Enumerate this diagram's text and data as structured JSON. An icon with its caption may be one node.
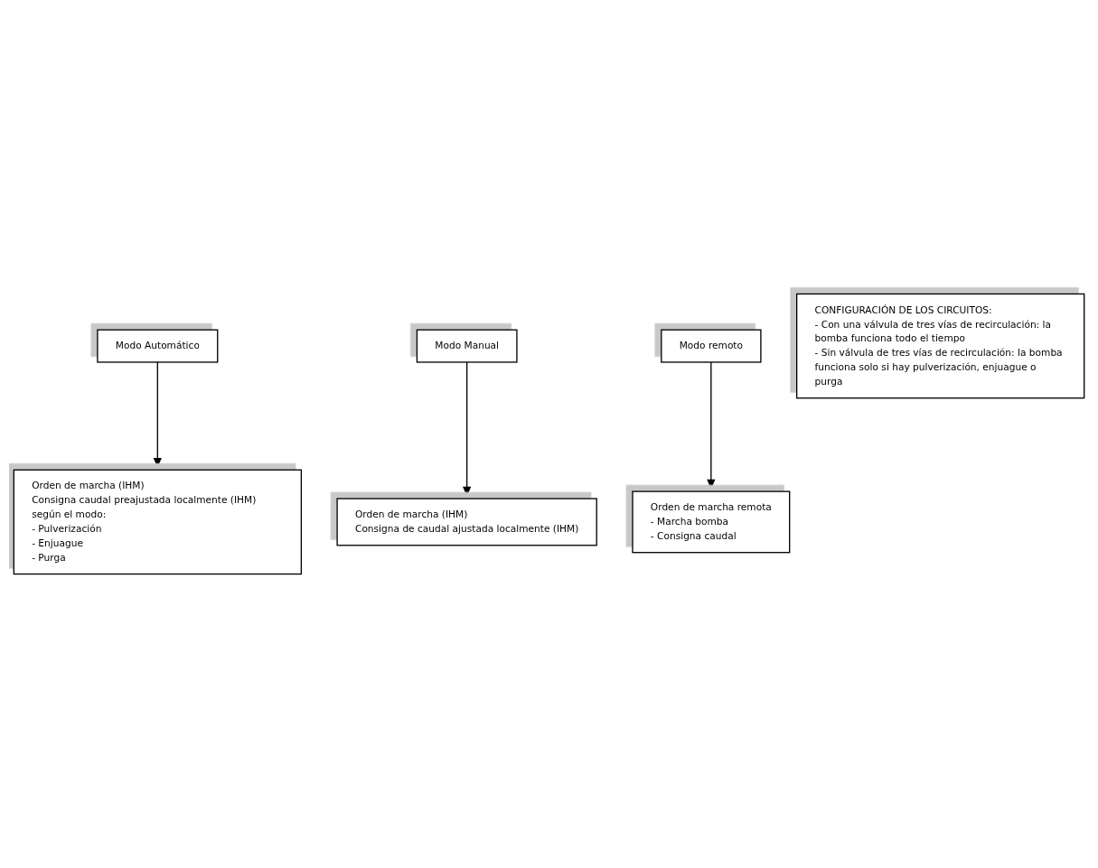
{
  "diagram": {
    "nodes": [
      {
        "text": [
          "Modo Automático"
        ]
      },
      {
        "text": [
          "Modo Manual"
        ]
      },
      {
        "text": [
          "Modo remoto"
        ]
      },
      {
        "text": [
          "Orden de marcha (IHM)",
          "Consigna caudal preajustada localmente (IHM) según el modo:",
          "- Pulverización",
          "- Enjuague",
          "- Purga"
        ]
      },
      {
        "text": [
          "Orden de marcha (IHM)",
          "Consigna de caudal ajustada localmente (IHM)"
        ]
      },
      {
        "text": [
          "Orden de marcha remota",
          "- Marcha bomba",
          "- Consigna caudal"
        ]
      },
      {
        "text": [
          "CONFIGURACIÓN DE LOS CIRCUITOS:",
          "- Con una válvula de tres vías de recirculación: la bomba funciona todo el tiempo",
          "- Sin válvula de tres vías de recirculación: la bomba funciona solo si hay pulverización, enjuague o purga"
        ]
      }
    ],
    "edges": [
      {
        "from": 0,
        "to": 3,
        "arrow": "to"
      },
      {
        "from": 1,
        "to": 4,
        "arrow": "to"
      },
      {
        "from": 2,
        "to": 5,
        "arrow": "to"
      }
    ]
  }
}
